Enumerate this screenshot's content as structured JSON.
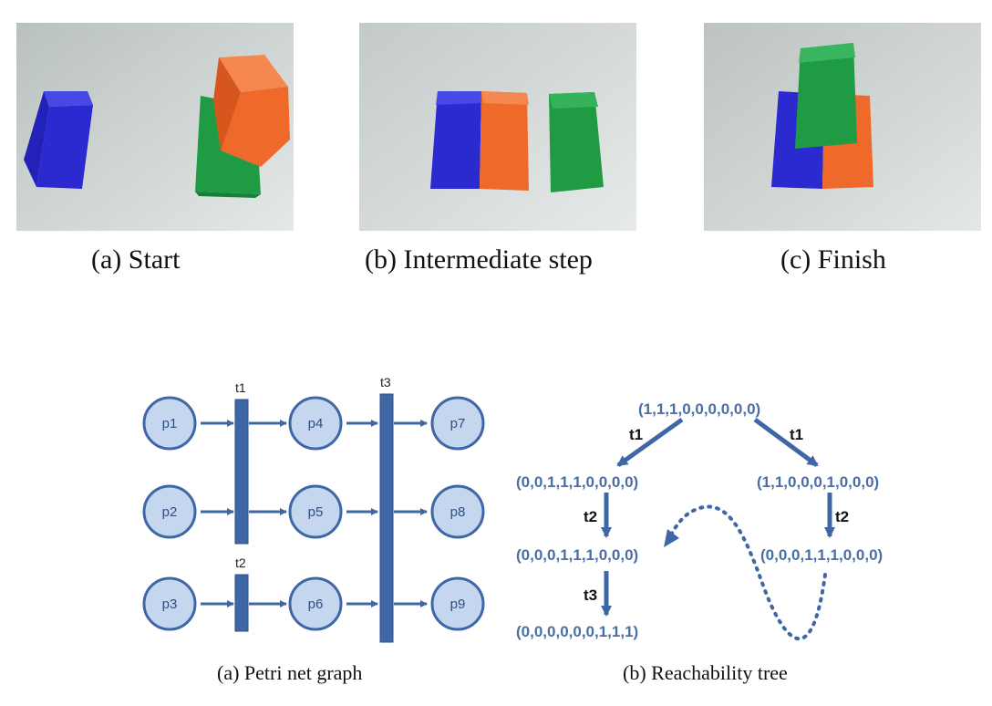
{
  "photos": [
    {
      "caption": "(a) Start"
    },
    {
      "caption": "(b) Intermediate step"
    },
    {
      "caption": "(c) Finish"
    }
  ],
  "colors": {
    "blue_block": "#2a2ad0",
    "orange_block": "#ef6a2a",
    "green_block": "#1f9c43",
    "net_fill": "#c5d7ef",
    "net_stroke": "#3f67a6",
    "tree_text": "#4a6fa5"
  },
  "petri": {
    "caption": "(a) Petri net graph",
    "places": [
      "p1",
      "p2",
      "p3",
      "p4",
      "p5",
      "p6",
      "p7",
      "p8",
      "p9"
    ],
    "transitions": [
      "t1",
      "t2",
      "t3"
    ]
  },
  "tree": {
    "caption": "(b) Reachability tree",
    "nodes": [
      "(1,1,1,0,0,0,0,0,0)",
      "(0,0,1,1,1,0,0,0,0)",
      "(1,1,0,0,0,1,0,0,0)",
      "(0,0,0,1,1,1,0,0,0)",
      "(0,0,0,1,1,1,0,0,0)",
      "(0,0,0,0,0,0,1,1,1)"
    ],
    "edge_labels": [
      "t1",
      "t2",
      "t2",
      "t1",
      "t3"
    ]
  }
}
